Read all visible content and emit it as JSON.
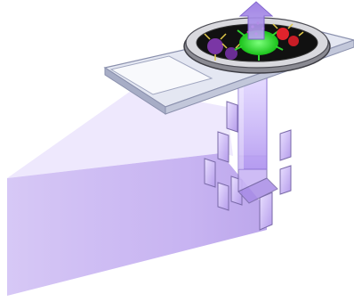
{
  "figure": {
    "labels": [],
    "colors": {
      "background": "#ffffff",
      "beam": "#b79cf0",
      "beam_dark": "#8e6ad9",
      "slide_top": "#e4e7f2",
      "slide_edge": "#9aa0bb",
      "frosted_label": "#f6f7fb",
      "chamber_rim": "#5f5f66",
      "chamber_inner": "#111111",
      "green_cell": "#2fd62f",
      "red_cell": "#e2232c",
      "purple_cell": "#7a36a5",
      "pink_dots": "#ff4fd0"
    },
    "components": {
      "light_source": "illumination-beam",
      "optics": "pinhole-mirror-array",
      "sample": "microscope-slide-with-chamber",
      "emission": "upward-arrow"
    }
  }
}
